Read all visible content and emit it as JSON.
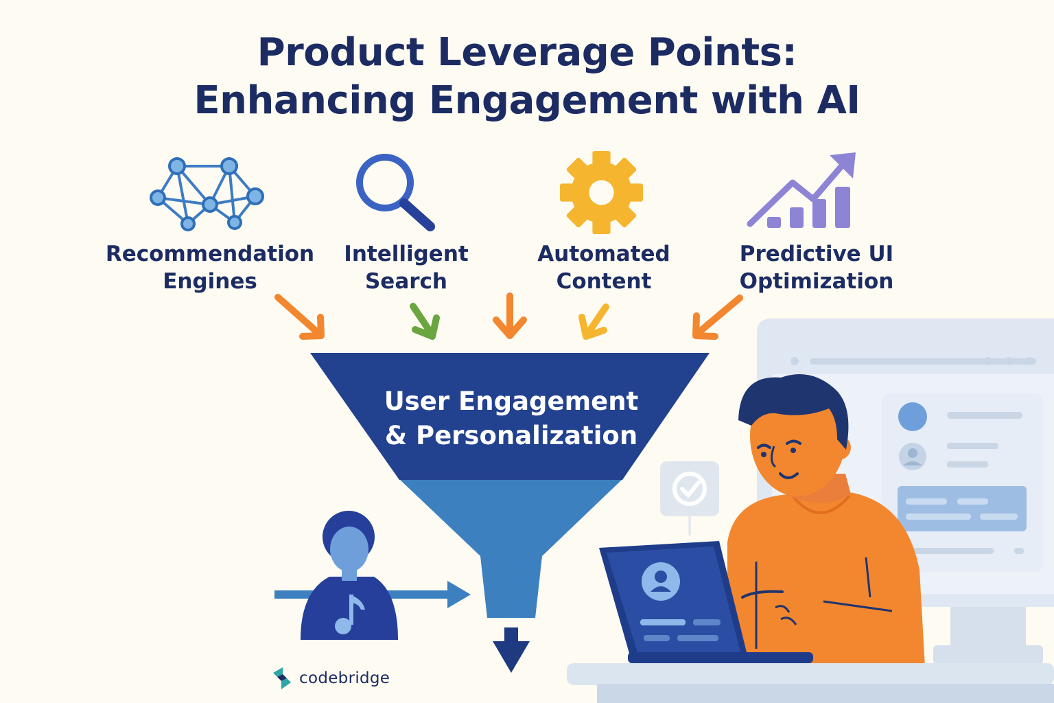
{
  "title": {
    "line1": "Product Leverage Points:",
    "line2": "Enhancing Engagement with AI"
  },
  "leverage_points": [
    {
      "line1": "Recommendation",
      "line2": "Engines",
      "icon": "network-graph-icon",
      "color": "#3d7cc4"
    },
    {
      "line1": "Intelligent",
      "line2": "Search",
      "icon": "magnifier-icon",
      "color": "#3a63c4"
    },
    {
      "line1": "Automated",
      "line2": "Content",
      "icon": "gear-icon",
      "color": "#f5b52e"
    },
    {
      "line1": "Predictive UI",
      "line2": "Optimization",
      "icon": "growth-chart-icon",
      "color": "#8d84d6"
    }
  ],
  "funnel": {
    "line1": "User Engagement",
    "line2": "& Personalization",
    "top_color": "#22418e",
    "bottom_color": "#3d80c0"
  },
  "arrow_colors": [
    "#f2872f",
    "#6aa53f",
    "#f2872f",
    "#f5b52e",
    "#f2872f"
  ],
  "brand": {
    "name": "codebridge"
  }
}
